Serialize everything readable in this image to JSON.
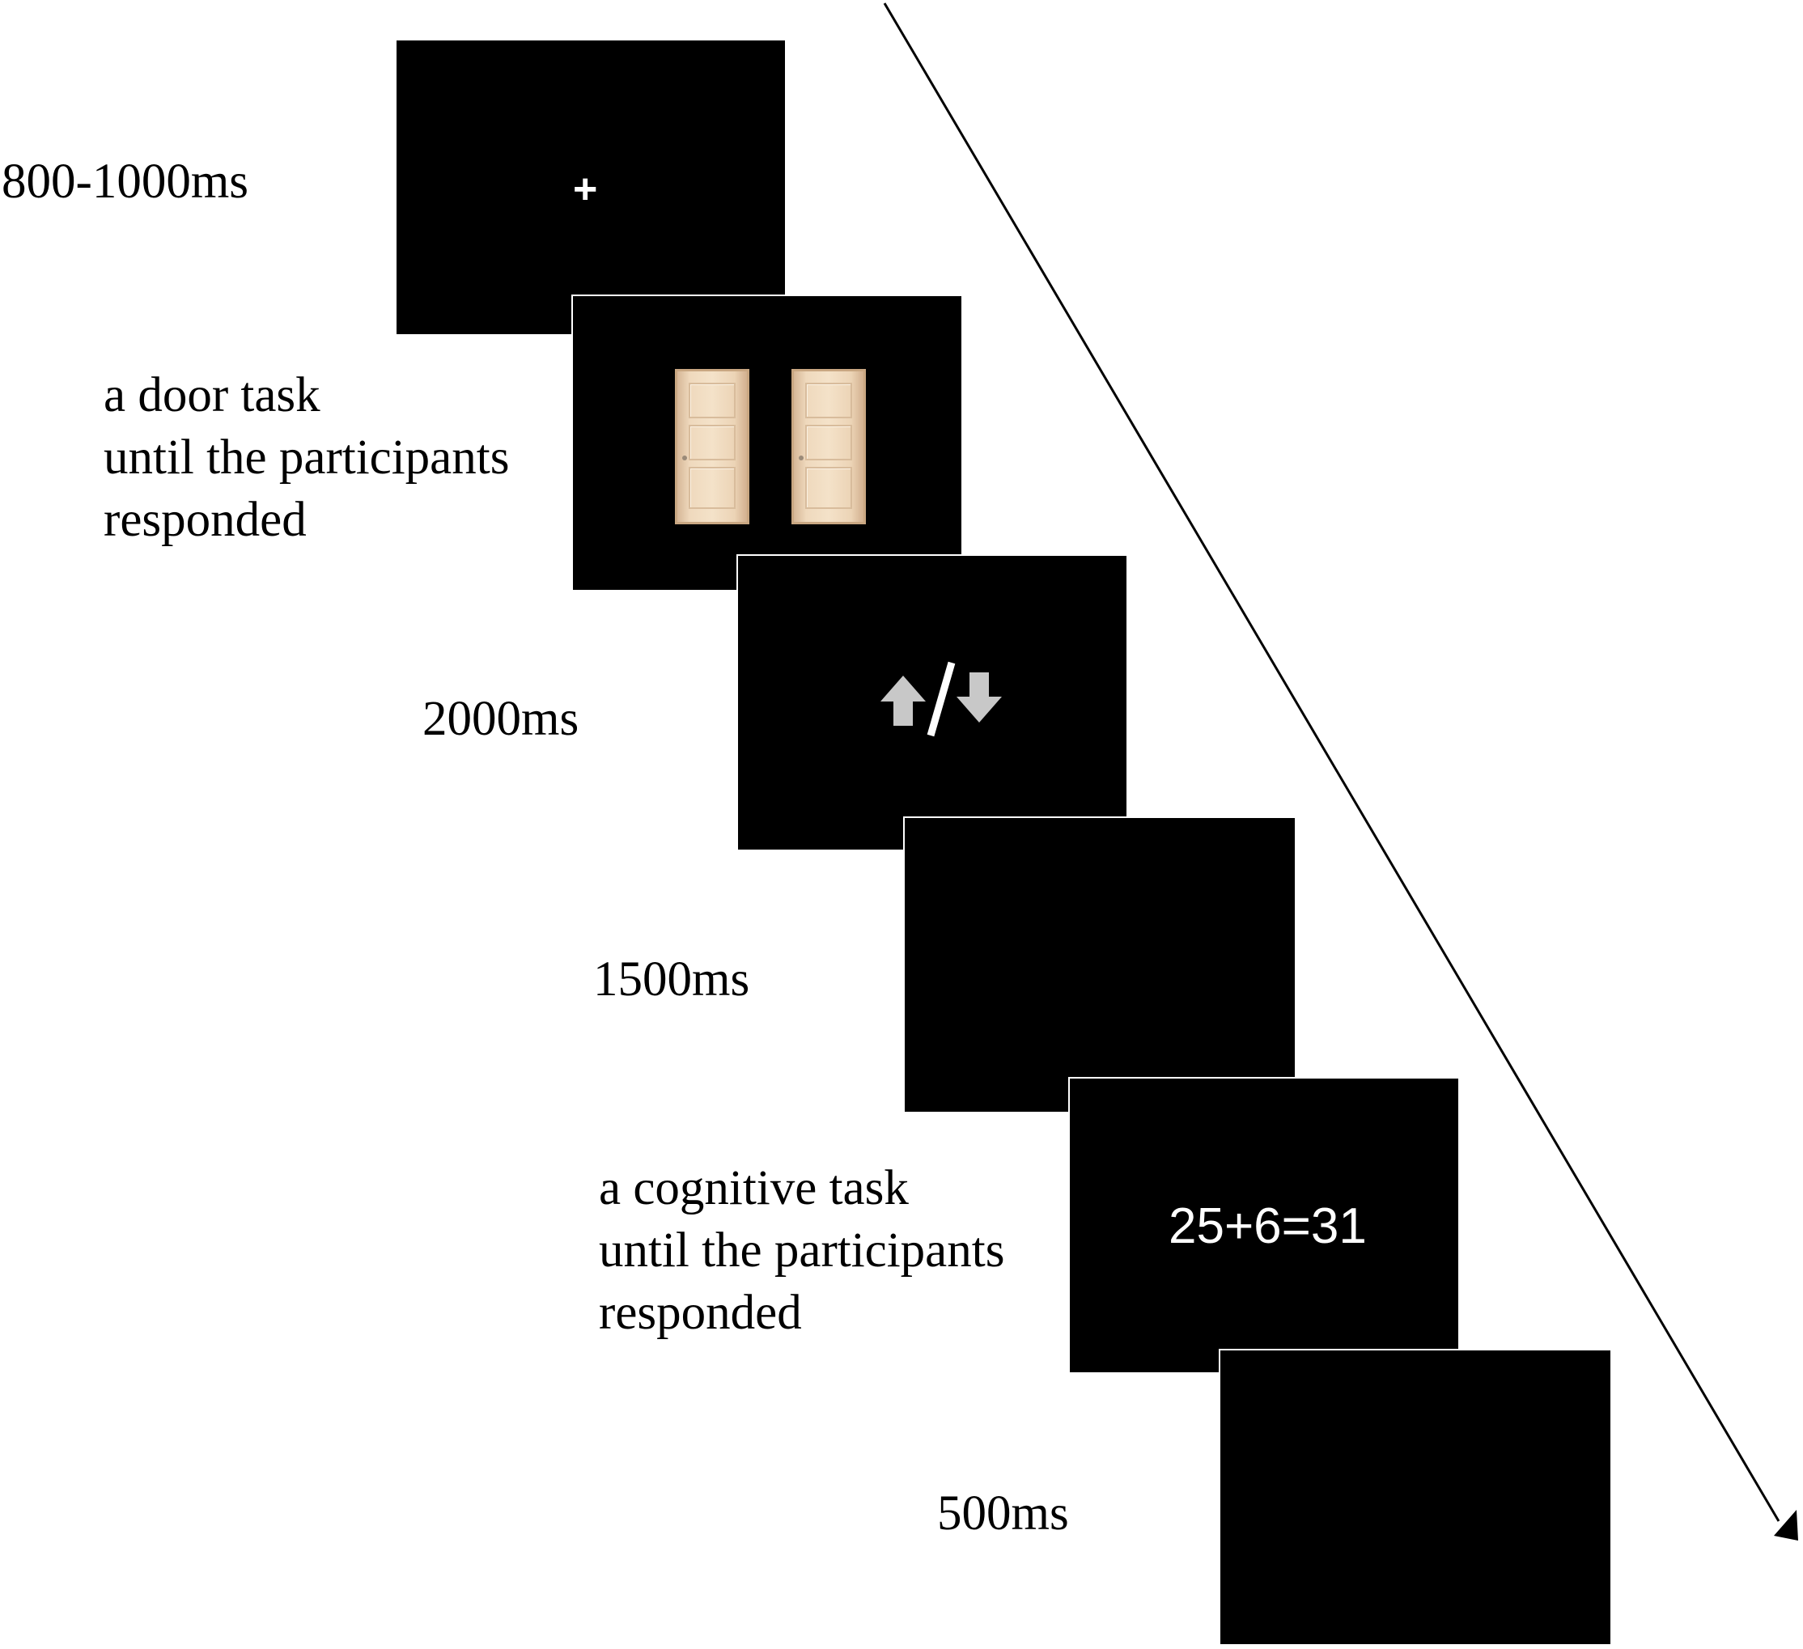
{
  "diagram": {
    "steps": [
      {
        "id": "fixation",
        "duration_label": [
          "800-1000ms"
        ],
        "screen_content": "+"
      },
      {
        "id": "door-task",
        "duration_label": [
          "a door task",
          "until the participants",
          "responded"
        ],
        "screen_content": "two-doors"
      },
      {
        "id": "feedback",
        "duration_label": [
          "2000ms"
        ],
        "screen_content": "up-arrow / down-arrow",
        "separator": "/"
      },
      {
        "id": "blank-1",
        "duration_label": [
          "1500ms"
        ],
        "screen_content": ""
      },
      {
        "id": "cognitive-task",
        "duration_label": [
          "a cognitive task",
          "until the participants",
          "responded"
        ],
        "screen_content": "25+6=31"
      },
      {
        "id": "blank-2",
        "duration_label": [
          "500ms"
        ],
        "screen_content": ""
      }
    ],
    "icons": {
      "fixation": "plus-icon",
      "door": "door-icon",
      "up": "up-arrow-icon",
      "down": "down-arrow-icon",
      "timeline": "timeline-arrow-icon"
    },
    "colors": {
      "screen": "#000000",
      "text": "#000000",
      "screen_text": "#ffffff",
      "door": "#efd9bd",
      "arrow_icon": "#c8c8c8"
    }
  }
}
